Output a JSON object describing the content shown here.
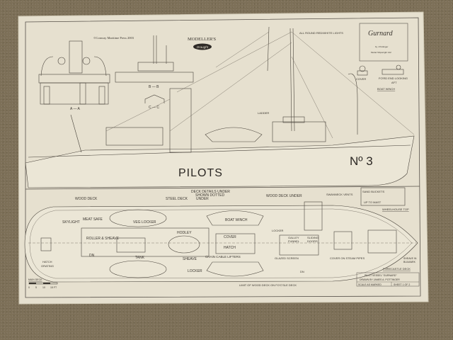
{
  "sheet": {
    "copyright": "©Conway Maritime Press 2003",
    "publisher": "MODELLER'S",
    "publisher_logo": "Draught",
    "paper_color": "#e6e0cf",
    "carpet_color": "#7d7058"
  },
  "title_box": {
    "title": "Gurnard",
    "author": "by J Pottinger",
    "source": "Model Shipwright 122"
  },
  "elevation": {
    "lights": "ALL ROUND RED/WHITE LIGHTS",
    "ladder": "LADDER",
    "hull_name": "PILOTS",
    "hull_number": "Nº 3",
    "section_a": "A — A",
    "section_b": "B — B",
    "section_c": "C — C",
    "cover": "COVER",
    "fwd_end_1": "FO'RD END LOOKING",
    "fwd_end_2": "AFT",
    "boat_winch_detail": "BOAT WINCH"
  },
  "plan": {
    "labels": {
      "wood_deck": "WOOD DECK",
      "steel_deck": "STEEL DECK",
      "deck_details_1": "DECK DETAILS UNDER",
      "deck_details_2": "SHOWN DOTTED",
      "under": "UNDER",
      "wood_deck_under": "WOOD DECK UNDER",
      "swanneck_vents": "SWANNECK VENTS",
      "sand_buckets": "SAND BUCKETS",
      "up_to_mast": "UP TO MAST",
      "wheelhouse_top": "WHEELHOUSE TOP",
      "skylight": "SKYLIGHT",
      "meat_safe": "MEAT SAFE",
      "veg_locker": "VEG LOCKER",
      "roller_sheave": "ROLLER & SHEAVE",
      "dn_aft": "DN",
      "tank": "TANK",
      "hodley": "HODLEY",
      "sheave": "SHEAVE",
      "locker_aft": "LOCKER",
      "boat_winch": "BOAT WINCH",
      "cover": "COVER",
      "hatch": "HATCH",
      "chain_cable_lifters": "CHAIN CABLE LIFTERS",
      "locker_fwd": "LOCKER",
      "galley_1": "GALLEY",
      "galley_2": "FUNNEL",
      "sliding_1": "SLIDING",
      "sliding_2": "DOORS",
      "glazed_screen": "GLAZED SCREEN",
      "cover_steam": "COVER ON STEAM PIPES",
      "dn_fwd": "DN",
      "sheave_bulwark_1": "SHEAVE IN",
      "sheave_bulwark_2": "BULWARK",
      "forecastle": "FORECASTLE DECK",
      "limit": "LIMIT OF WOOD DECK ON FO'C'SLE DECK",
      "hatch_grating_1": "HATCH",
      "hatch_grating_2": "GRATING",
      "main_deck": "MAIN DECK"
    },
    "scale": [
      "0",
      "5",
      "10",
      "15 FT"
    ],
    "title_block": {
      "line1": "PILOT VESSEL \"GURNARD\"",
      "line2": "DRAWN BY JAMES A. POTTINGER",
      "scale": "SCALE AS MARKED",
      "sheet": "SHEET 1 OF 2"
    }
  }
}
